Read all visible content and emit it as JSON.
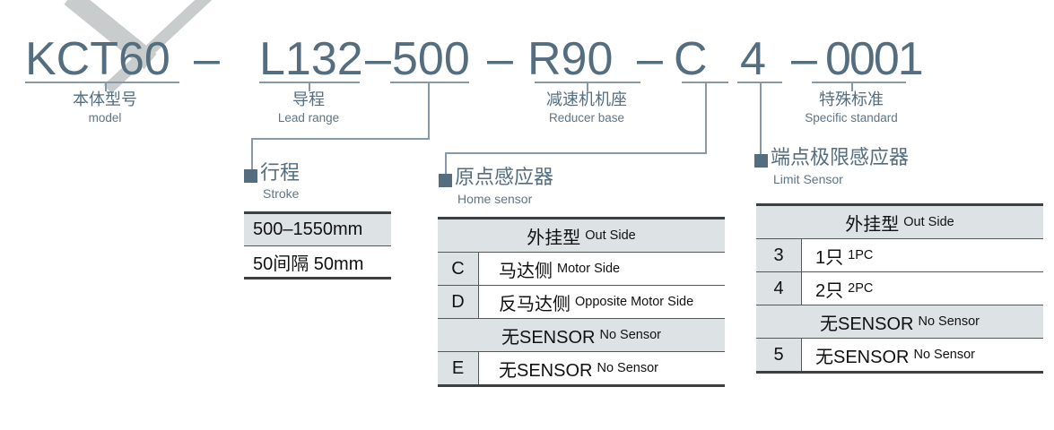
{
  "model_code": {
    "segments": [
      "KCT60",
      "–",
      "L132",
      "–",
      "500",
      "–",
      "R90",
      "–",
      "C",
      "4",
      "–",
      "0001"
    ]
  },
  "field_labels": [
    {
      "cn": "本体型号",
      "en": "model"
    },
    {
      "cn": "导程",
      "en": "Lead range"
    },
    {
      "cn": "减速机机座",
      "en": "Reducer base"
    },
    {
      "cn": "特殊标准",
      "en": "Specific standard"
    }
  ],
  "sections": [
    {
      "cn": "行程",
      "en": "Stroke"
    },
    {
      "cn": "原点感应器",
      "en": "Home sensor"
    },
    {
      "cn": "端点极限感应器",
      "en": "Limit Sensor"
    }
  ],
  "stroke_table": {
    "rows": [
      {
        "main": "500–1550mm"
      },
      {
        "main": "50间隔 50mm"
      }
    ]
  },
  "home_table": {
    "header": {
      "main": "外挂型",
      "sub": "Out Side"
    },
    "rows": [
      {
        "code": "C",
        "main": "马达侧",
        "sub": "Motor Side"
      },
      {
        "code": "D",
        "main": "反马达侧",
        "sub": "Opposite Motor Side"
      }
    ],
    "no_sensor_header": {
      "main": "无SENSOR",
      "sub": "No Sensor"
    },
    "no_sensor_rows": [
      {
        "code": "E",
        "main": "无SENSOR",
        "sub": "No Sensor"
      }
    ]
  },
  "limit_table": {
    "header": {
      "main": "外挂型",
      "sub": "Out Side"
    },
    "rows": [
      {
        "code": "3",
        "main": "1只",
        "sub": "1PC"
      },
      {
        "code": "4",
        "main": "2只",
        "sub": "2PC"
      }
    ],
    "no_sensor_header": {
      "main": "无SENSOR",
      "sub": "No Sensor"
    },
    "no_sensor_rows": [
      {
        "code": "5",
        "main": "无SENSOR",
        "sub": "No Sensor"
      }
    ]
  },
  "colors": {
    "slate_text": "#546e80",
    "line": "#8599a8",
    "table_header_bg": "#dde2e5",
    "table_border": "#3c4042",
    "table_text": "#111111",
    "watermark": "#c9cccd"
  }
}
